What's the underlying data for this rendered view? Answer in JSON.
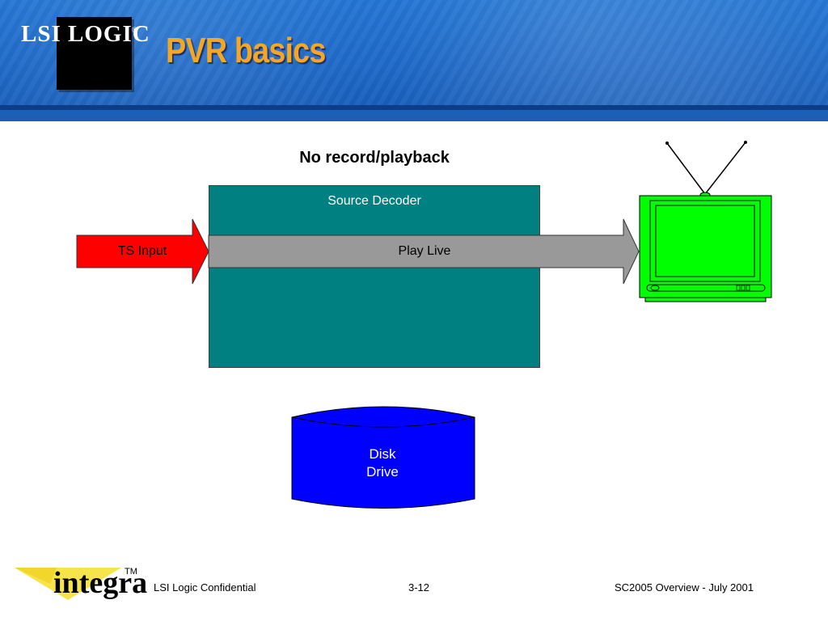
{
  "header": {
    "logo_text": "LSI LOGIC",
    "logo_mark": "®",
    "title": "PVR basics"
  },
  "diagram": {
    "subtitle": "No record/playback",
    "source_decoder_label": "Source Decoder",
    "ts_input_label": "TS Input",
    "play_live_label": "Play Live",
    "disk_drive_line1": "Disk",
    "disk_drive_line2": "Drive"
  },
  "footer": {
    "brand": "integra",
    "trademark": "TM",
    "left": "LSI Logic Confidential",
    "center": "3-12",
    "right": "SC2005 Overview - July 2001"
  },
  "colors": {
    "header_blue": "#1a66c6",
    "title_orange": "#f5a623",
    "decoder_teal": "#008080",
    "ts_input_red": "#ff0000",
    "play_live_gray": "#999999",
    "tv_green": "#00ff00",
    "disk_blue": "#0000ff"
  },
  "icons": {
    "tv": "television-icon",
    "disk": "disk-drive-icon",
    "logo": "lsi-logic-logo",
    "footer_logo": "integra-logo"
  }
}
